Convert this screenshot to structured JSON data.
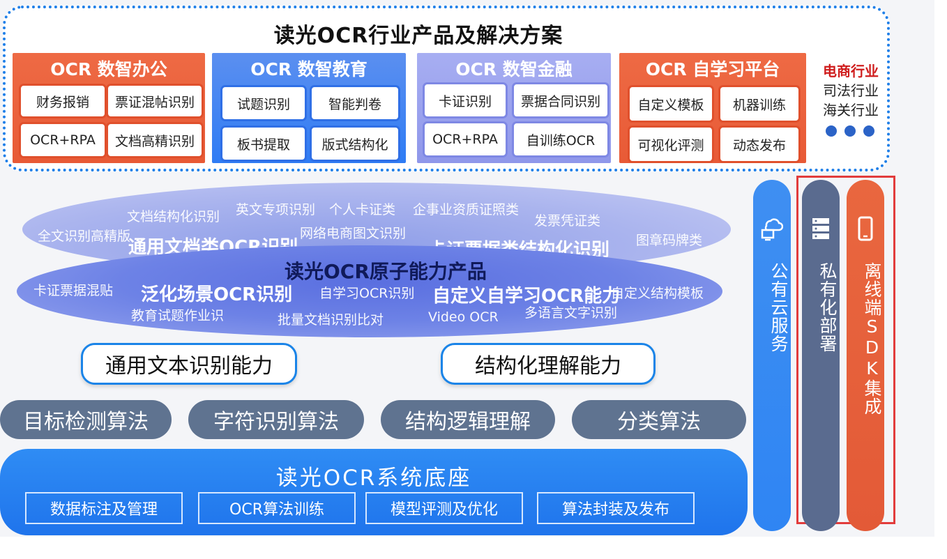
{
  "top": {
    "title": "读光OCR行业产品及解决方案",
    "groups": [
      {
        "title": "OCR 数智办公",
        "items": [
          "财务报销",
          "票证混帖识别",
          "OCR+RPA",
          "文档高精识别"
        ]
      },
      {
        "title": "OCR 数智教育",
        "items": [
          "试题识别",
          "智能判卷",
          "板书提取",
          "版式结构化"
        ]
      },
      {
        "title": "OCR 数智金融",
        "items": [
          "卡证识别",
          "票据合同识别",
          "OCR+RPA",
          "自训练OCR"
        ]
      },
      {
        "title": "OCR 自学习平台",
        "items": [
          "自定义模板",
          "机器训练",
          "可视化评测",
          "动态发布"
        ]
      }
    ],
    "industries": [
      "电商行业",
      "司法行业",
      "海关行业"
    ]
  },
  "atomic": {
    "upper": {
      "small_labels": [
        "文档结构化识别",
        "英文专项识别",
        "个人卡证类",
        "企事业资质证照类",
        "发票凭证类",
        "全文识别高精版",
        "网络电商图文识别",
        "图章码牌类"
      ],
      "big_labels": [
        "通用文档类OCR识别",
        "卡证票据类结构化识别"
      ]
    },
    "center_title": "读光OCR原子能力产品",
    "lower": {
      "big_labels": [
        "泛化场景OCR识别",
        "自定义自学习OCR能力"
      ],
      "small_labels": [
        "卡证票据混贴",
        "自学习OCR识别",
        "自定义结构模板",
        "教育试题作业识",
        "批量文档识别比对",
        "Video OCR",
        "多语言文字识别"
      ]
    }
  },
  "capabilities": [
    "通用文本识别能力",
    "结构化理解能力"
  ],
  "algorithms": [
    "目标检测算法",
    "字符识别算法",
    "结构逻辑理解",
    "分类算法"
  ],
  "base": {
    "title": "读光OCR系统底座",
    "items": [
      "数据标注及管理",
      "OCR算法训练",
      "模型评测及优化",
      "算法封装及发布"
    ]
  },
  "deployment": [
    {
      "label": "公有云服务",
      "icon": "cloud-computer-icon"
    },
    {
      "label": "私有化部署",
      "icon": "server-icon"
    },
    {
      "label": "离线端SDK集成",
      "icon": "mobile-phone-icon"
    }
  ],
  "colors": {
    "accent_blue": "#1f7fe8",
    "orange": "#e85a36",
    "slate": "#5f7390",
    "highlight_red": "#e23c3c"
  }
}
